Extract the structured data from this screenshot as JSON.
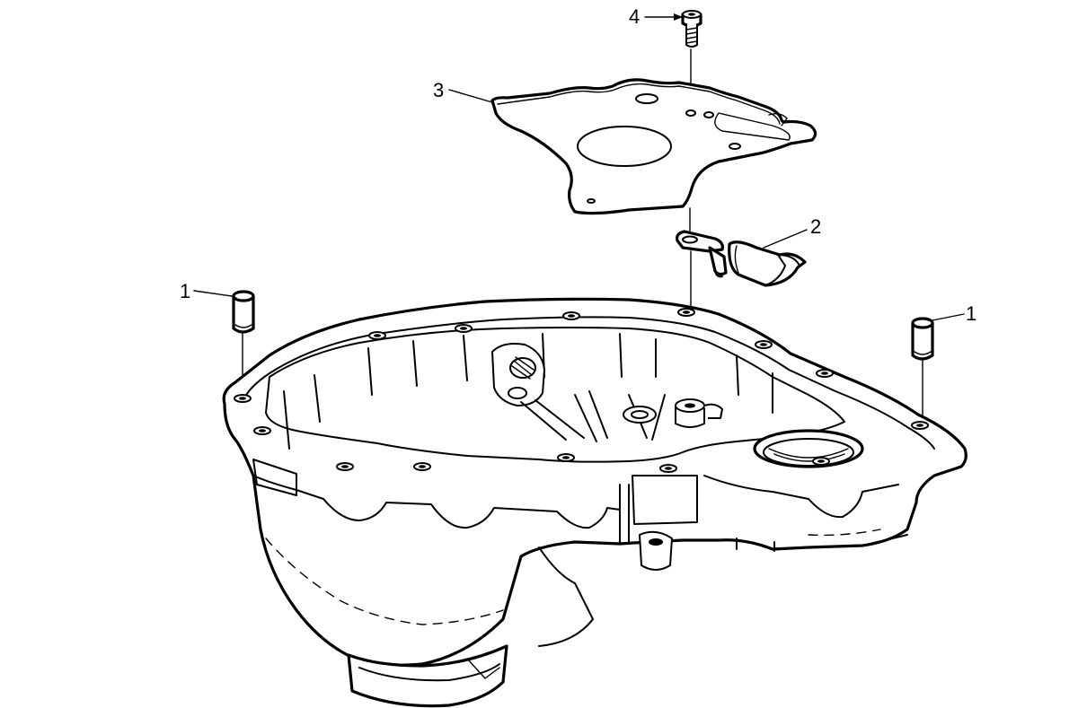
{
  "diagram": {
    "callouts": [
      {
        "id": "callout-1-left",
        "text": "1"
      },
      {
        "id": "callout-1-right",
        "text": "1"
      },
      {
        "id": "callout-2",
        "text": "2"
      },
      {
        "id": "callout-3",
        "text": "3"
      },
      {
        "id": "callout-4",
        "text": "4"
      }
    ],
    "colors": {
      "line": "#000000",
      "background": "#ffffff"
    },
    "parts": [
      {
        "name": "dowel-pin",
        "callout": "1",
        "count": 2
      },
      {
        "name": "sensor",
        "callout": "2"
      },
      {
        "name": "gasket-plate",
        "callout": "3"
      },
      {
        "name": "bolt",
        "callout": "4"
      },
      {
        "name": "transmission-case",
        "callout": ""
      }
    ]
  }
}
